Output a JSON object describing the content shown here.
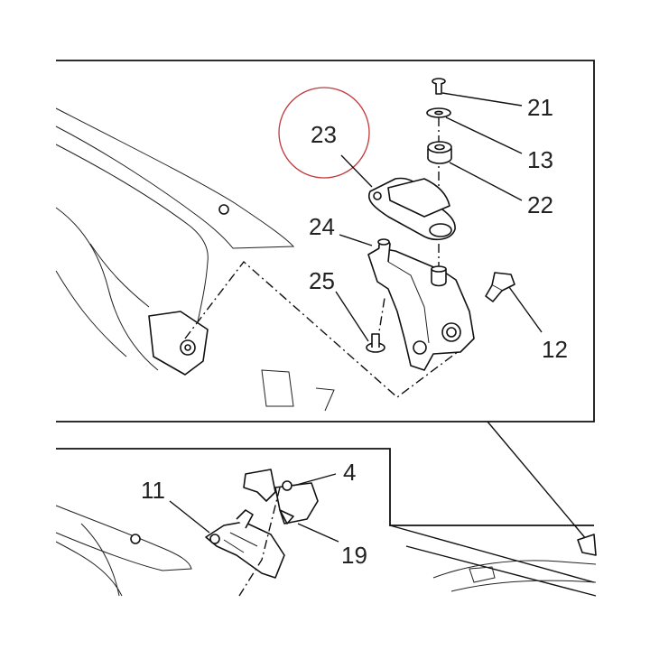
{
  "callouts": {
    "c21": "21",
    "c13": "13",
    "c23": "23",
    "c22": "22",
    "c24": "24",
    "c25": "25",
    "c12": "12",
    "c11": "11",
    "c4": "4",
    "c19": "19"
  },
  "colors": {
    "line": "#111111",
    "highlight_circle": "#c0393b",
    "background": "#ffffff"
  }
}
